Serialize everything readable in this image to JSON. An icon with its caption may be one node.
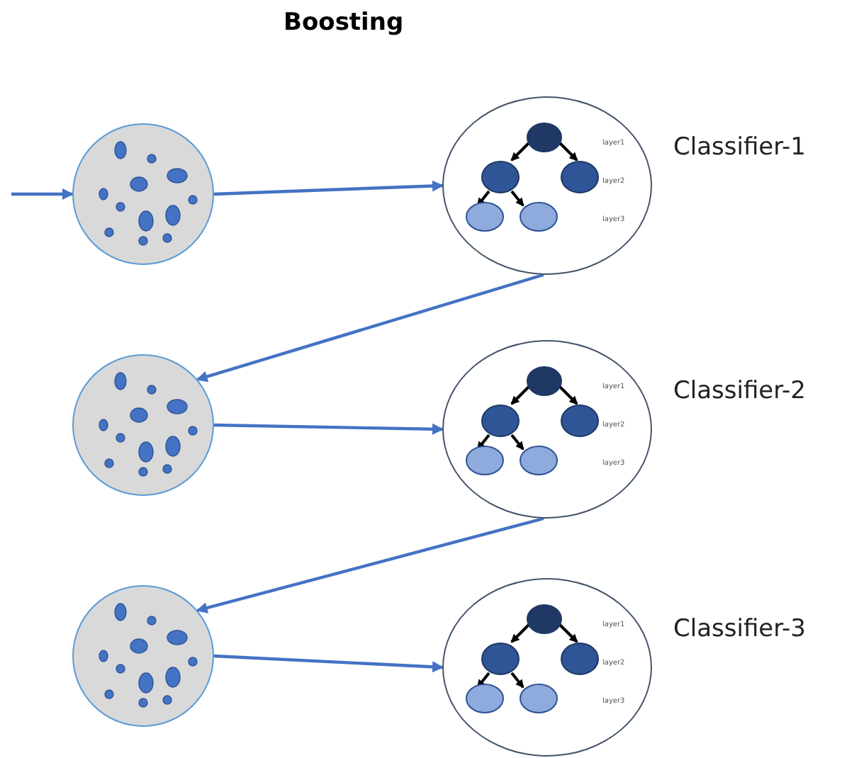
{
  "diagram": {
    "title": "Boosting",
    "nodes": [
      {
        "text": [],
        "shape": "circle"
      },
      {
        "text": [
          "layer1",
          "layer2",
          "layer3"
        ],
        "beside": [
          "Classifier-1"
        ]
      },
      {
        "text": [],
        "shape": "circle"
      },
      {
        "text": [
          "layer1",
          "layer2",
          "layer3"
        ],
        "beside": [
          "Classifier-2"
        ]
      },
      {
        "text": [],
        "shape": "circle"
      },
      {
        "text": [
          "layer1",
          "layer2",
          "layer3"
        ],
        "beside": [
          "Classifier-3"
        ]
      }
    ],
    "edges": [
      {
        "from": null,
        "to": 0,
        "arrow": "to"
      },
      {
        "from": 0,
        "to": 1,
        "arrow": "to"
      },
      {
        "from": 1,
        "to": 2,
        "arrow": "to"
      },
      {
        "from": 2,
        "to": 3,
        "arrow": "to"
      },
      {
        "from": 3,
        "to": 4,
        "arrow": "to"
      },
      {
        "from": 4,
        "to": 5,
        "arrow": "to"
      }
    ]
  }
}
